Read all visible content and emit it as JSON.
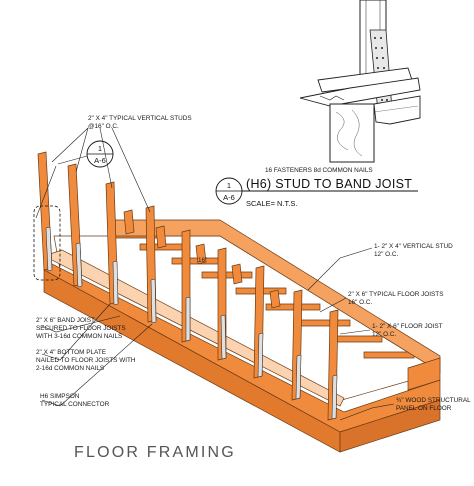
{
  "drawing": {
    "title": "FLOOR FRAMING",
    "detail": {
      "fastener_note": "16 FASTENERS 8d COMMON NAILS",
      "detail_number": "1",
      "sheet_ref": "A-6",
      "detail_title": "(H6) STUD TO BAND JOIST",
      "scale": "SCALE= N.T.S."
    },
    "callout_bubble": {
      "number": "1",
      "sheet": "A-6"
    },
    "spacing_label": "16\"",
    "labels": {
      "typical_studs": [
        "2\" X 4\" TYPICAL VERTICAL STUDS",
        "@16\" O.C."
      ],
      "vertical_stud": [
        "1- 2\" X 4\" VERTICAL STUD",
        "12\" O.C."
      ],
      "floor_joists_typ": [
        "2\" X 6\" TYPICAL FLOOR JOISTS",
        "16\" O.C."
      ],
      "floor_joist": [
        "1- 2\" X 6\" FLOOR JOIST",
        "12\" O.C."
      ],
      "band_joist": [
        "2\" X 6\" BAND JOIST",
        "SECURED TO FLOOR JOISTS",
        "WITH 3-16d COMMON NAILS"
      ],
      "bottom_plate": [
        "2\" X 4\" BOTTOM PLATE",
        "NAILED TO FLOOR JOISTS WITH",
        "2-16d COMMON NAILS"
      ],
      "connector": [
        "H6 SIMPSON",
        "TYPICAL CONNECTOR"
      ],
      "panel": [
        "¾\" WOOD STRUCTURAL",
        "PANEL ON FLOOR"
      ]
    },
    "colors": {
      "lumber": "#f08a3c",
      "lumber_dark": "#d9722a",
      "outline": "#6b3a12",
      "ink": "#111111"
    }
  }
}
